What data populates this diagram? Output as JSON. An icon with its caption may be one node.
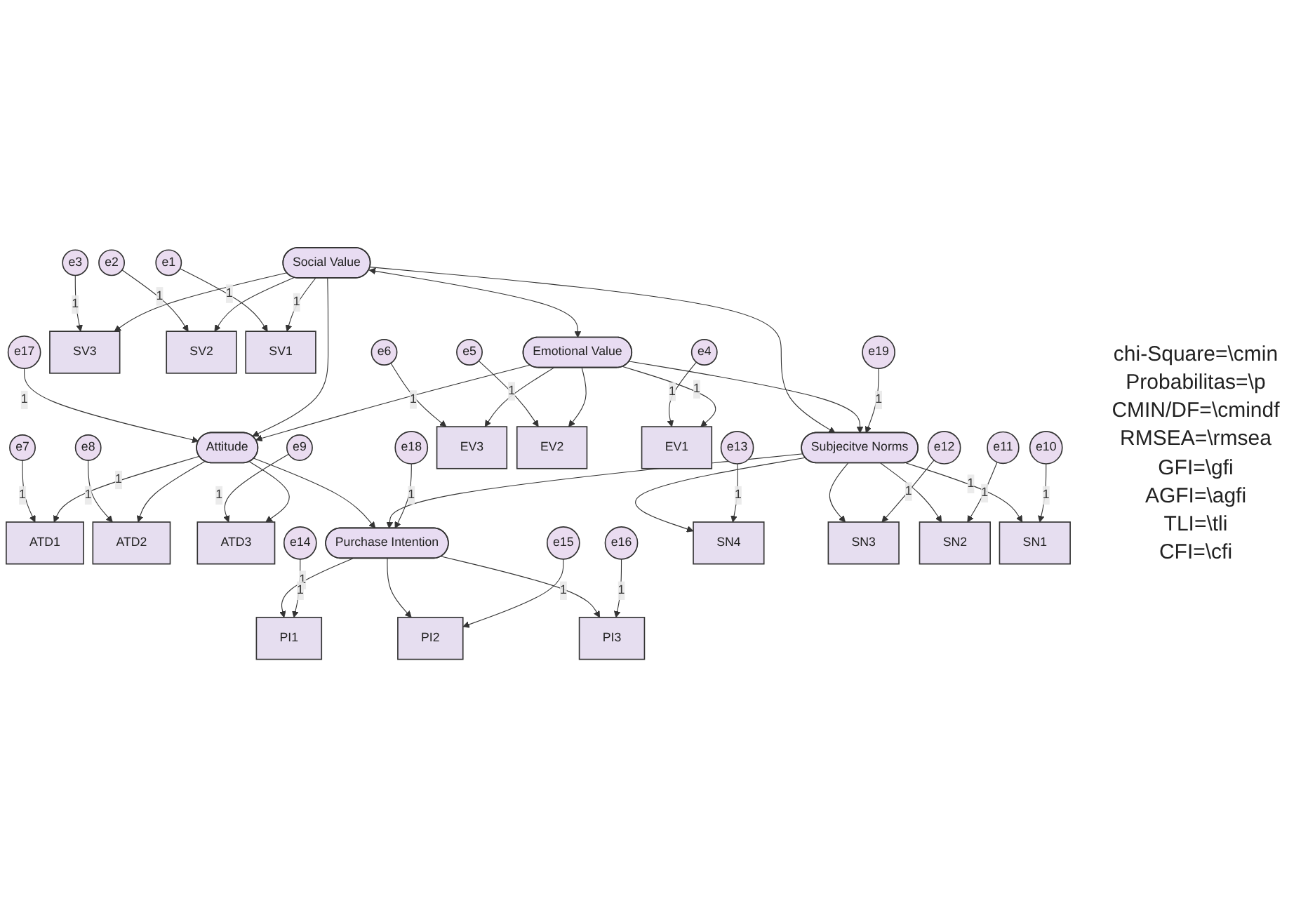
{
  "diagram": {
    "nodes": [
      {
        "text": [
          "e7"
        ]
      },
      {
        "text": [
          "e8"
        ]
      },
      {
        "text": [
          "e9"
        ]
      },
      {
        "text": [
          "ATD1"
        ]
      },
      {
        "text": [
          "ATD2"
        ]
      },
      {
        "text": [
          "ATD3"
        ]
      },
      {
        "text": [
          "e17"
        ]
      },
      {
        "text": [
          "Attitude"
        ]
      },
      {
        "text": [
          "e3"
        ]
      },
      {
        "text": [
          "SV3"
        ]
      },
      {
        "text": [
          "Social Value"
        ]
      },
      {
        "text": [
          "e18"
        ]
      },
      {
        "text": [
          "e2"
        ]
      },
      {
        "text": [
          "SV2"
        ]
      },
      {
        "text": [
          "e1"
        ]
      },
      {
        "text": [
          "SV1"
        ]
      },
      {
        "text": [
          "Purchase Intention"
        ]
      },
      {
        "text": [
          "PI1"
        ]
      },
      {
        "text": [
          "e14"
        ]
      },
      {
        "text": [
          "PI2"
        ]
      },
      {
        "text": [
          "e15"
        ]
      },
      {
        "text": [
          "PI3"
        ]
      },
      {
        "text": [
          "e16"
        ]
      },
      {
        "text": [
          "e6"
        ]
      },
      {
        "text": [
          "EV3"
        ]
      },
      {
        "text": [
          "Emotional Value"
        ]
      },
      {
        "text": [
          "e5"
        ]
      },
      {
        "text": [
          "EV2"
        ]
      },
      {
        "text": [
          "e4"
        ]
      },
      {
        "text": [
          "EV1"
        ]
      },
      {
        "text": [
          "e19"
        ]
      },
      {
        "text": [
          "Subjecitve Norms"
        ]
      },
      {
        "text": [
          "SN4"
        ]
      },
      {
        "text": [
          "SN3"
        ]
      },
      {
        "text": [
          "SN2"
        ]
      },
      {
        "text": [
          "SN1"
        ]
      },
      {
        "text": [
          "e13"
        ]
      },
      {
        "text": [
          "e12"
        ]
      },
      {
        "text": [
          "e11"
        ]
      },
      {
        "text": [
          "e10"
        ]
      }
    ],
    "edges": [
      {
        "from": 0,
        "to": 3,
        "arrow": "to",
        "label": "1"
      },
      {
        "from": 1,
        "to": 4,
        "arrow": "to",
        "label": "1"
      },
      {
        "from": 2,
        "to": 5,
        "arrow": "to",
        "label": "1"
      },
      {
        "from": 7,
        "to": 3,
        "arrow": "to",
        "label": "1"
      },
      {
        "from": 7,
        "to": 4,
        "arrow": "to"
      },
      {
        "from": 7,
        "to": 5,
        "arrow": "to"
      },
      {
        "from": 6,
        "to": 7,
        "arrow": "to",
        "label": "1"
      },
      {
        "from": 8,
        "to": 9,
        "arrow": "to",
        "label": "1"
      },
      {
        "from": 12,
        "to": 13,
        "arrow": "to",
        "label": "1"
      },
      {
        "from": 14,
        "to": 15,
        "arrow": "to",
        "label": "1"
      },
      {
        "from": 10,
        "to": 9,
        "arrow": "to"
      },
      {
        "from": 10,
        "to": 13,
        "arrow": "to"
      },
      {
        "from": 10,
        "to": 15,
        "arrow": "to",
        "label": "1"
      },
      {
        "from": 10,
        "to": 25,
        "arrow": "both"
      },
      {
        "from": 23,
        "to": 24,
        "arrow": "to",
        "label": "1"
      },
      {
        "from": 26,
        "to": 27,
        "arrow": "to",
        "label": "1"
      },
      {
        "from": 28,
        "to": 29,
        "arrow": "to",
        "label": "1"
      },
      {
        "from": 25,
        "to": 24,
        "arrow": "to"
      },
      {
        "from": 25,
        "to": 27,
        "arrow": "to"
      },
      {
        "from": 25,
        "to": 29,
        "arrow": "to",
        "label": "1"
      },
      {
        "from": 10,
        "to": 7,
        "arrow": "to"
      },
      {
        "from": 25,
        "to": 7,
        "arrow": "to"
      },
      {
        "from": 10,
        "to": 31,
        "arrow": "to"
      },
      {
        "from": 25,
        "to": 31,
        "arrow": "to"
      },
      {
        "from": 7,
        "to": 16,
        "arrow": "to"
      },
      {
        "from": 31,
        "to": 16,
        "arrow": "to"
      },
      {
        "from": 11,
        "to": 16,
        "arrow": "to",
        "label": "1"
      },
      {
        "from": 16,
        "to": 17,
        "arrow": "to",
        "label": "1"
      },
      {
        "from": 16,
        "to": 19,
        "arrow": "to"
      },
      {
        "from": 16,
        "to": 21,
        "arrow": "to"
      },
      {
        "from": 18,
        "to": 17,
        "arrow": "to",
        "label": "1"
      },
      {
        "from": 20,
        "to": 19,
        "arrow": "to",
        "label": "1"
      },
      {
        "from": 22,
        "to": 21,
        "arrow": "to",
        "label": "1"
      },
      {
        "from": 30,
        "to": 31,
        "arrow": "to",
        "label": "1"
      },
      {
        "from": 31,
        "to": 32,
        "arrow": "to"
      },
      {
        "from": 31,
        "to": 33,
        "arrow": "to"
      },
      {
        "from": 31,
        "to": 34,
        "arrow": "to"
      },
      {
        "from": 31,
        "to": 35,
        "arrow": "to",
        "label": "1"
      },
      {
        "from": 36,
        "to": 32,
        "arrow": "to",
        "label": "1"
      },
      {
        "from": 37,
        "to": 33,
        "arrow": "to",
        "label": "1"
      },
      {
        "from": 38,
        "to": 34,
        "arrow": "to",
        "label": "1"
      },
      {
        "from": 39,
        "to": 35,
        "arrow": "to",
        "label": "1"
      }
    ],
    "labels": [
      "chi-Square=\\cmin",
      "Probabilitas=\\p",
      "CMIN/DF=\\cmindf",
      "RMSEA=\\rmsea",
      "GFI=\\gfi",
      "AGFI=\\agfi",
      "TLI=\\tli",
      "CFI=\\cfi"
    ]
  }
}
